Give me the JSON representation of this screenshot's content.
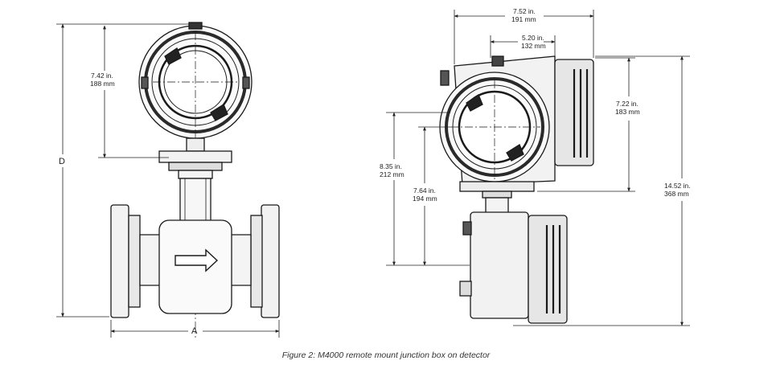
{
  "left_view": {
    "label_d": "D",
    "label_a": "A",
    "dim_head": {
      "in": "7.42 in.",
      "mm": "188 mm"
    }
  },
  "right_view": {
    "dim_width": {
      "in": "7.52 in.",
      "mm": "191 mm"
    },
    "dim_box": {
      "in": "5.20 in.",
      "mm": "132 mm"
    },
    "dim_upper": {
      "in": "7.22 in.",
      "mm": "183 mm"
    },
    "dim_total": {
      "in": "14.52 in.",
      "mm": "368 mm"
    },
    "dim_outer": {
      "in": "8.35 in.",
      "mm": "212 mm"
    },
    "dim_inner": {
      "in": "7.64 in.",
      "mm": "194 mm"
    }
  },
  "caption": "Figure 2: M4000 remote mount junction box on detector"
}
